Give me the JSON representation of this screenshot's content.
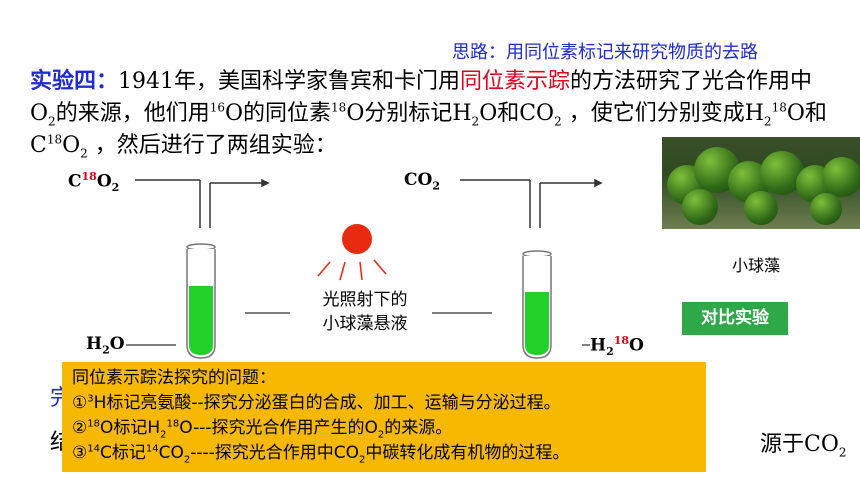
{
  "hint": "思路：用同位素标记来研究物质的去路",
  "paragraph": {
    "lead": "实验四：",
    "p1": "1941年，美国科学家鲁宾和卡门用",
    "highlight": "同位素示踪",
    "p2": "的方法研究了光合作用中O",
    "p2b": "2",
    "p3": "的来源，他们用",
    "p3sup": "16",
    "p4": "O的同位素",
    "p4sup": "18",
    "p5": "O分别标记H",
    "p5sub": "2",
    "p6": "O和CO",
    "p6sub": "2",
    "p7": " ，使它们分别变成H",
    "p7sub": "2",
    "p7sup": "18",
    "p8": "O和C",
    "p8sup": "18",
    "p9": "O",
    "p9sub": "2",
    "p10": " ，然后进行了两组实验："
  },
  "labels": {
    "left_gas_c": "C",
    "left_gas_iso": "18",
    "left_gas_o": "O",
    "left_gas_sub": "2",
    "right_gas": "CO",
    "right_gas_sub": "2",
    "left_water_h": "H",
    "left_water_sub": "2",
    "left_water_o": "O",
    "right_water_h": "H",
    "right_water_sub": "2",
    "right_water_iso": "18",
    "right_water_o": "O"
  },
  "center_caption_line1": "光照射下的",
  "center_caption_line2": "小球藻悬液",
  "algae_caption": "小球藻",
  "badge": "对比实验",
  "behind_left": "完",
  "behind_left2": "结",
  "behind_right": "源于CO",
  "behind_right_sub": "2",
  "note": {
    "title": "同位素示踪法探究的问题：",
    "l1_pre": "①",
    "l1_sup": "3",
    "l1": "H标记亮氨酸--探究分泌蛋白的合成、加工、运输与分泌过程。",
    "l2_pre": "②",
    "l2_sup": "18",
    "l2_a": "O标记H",
    "l2_sub": "2",
    "l2_sup2": "18",
    "l2_b": "O---探究光合作用产生的O",
    "l2_sub2": "2",
    "l2_c": "的来源。",
    "l3_pre": "③",
    "l3_sup": "14",
    "l3_a": "C标记",
    "l3_sup2": "14",
    "l3_b": "CO",
    "l3_sub": "2",
    "l3_c": "----探究光合作用中CO",
    "l3_sub2": "2",
    "l3_d": "中碳转化成有机物的过程。"
  },
  "colors": {
    "accent_blue": "#1f2bd6",
    "highlight_red": "#e3001b",
    "liquid_green": "#22d12a",
    "note_bg": "#f6b800",
    "badge_green": "#2fa84a",
    "sun_red": "#e82a10"
  }
}
